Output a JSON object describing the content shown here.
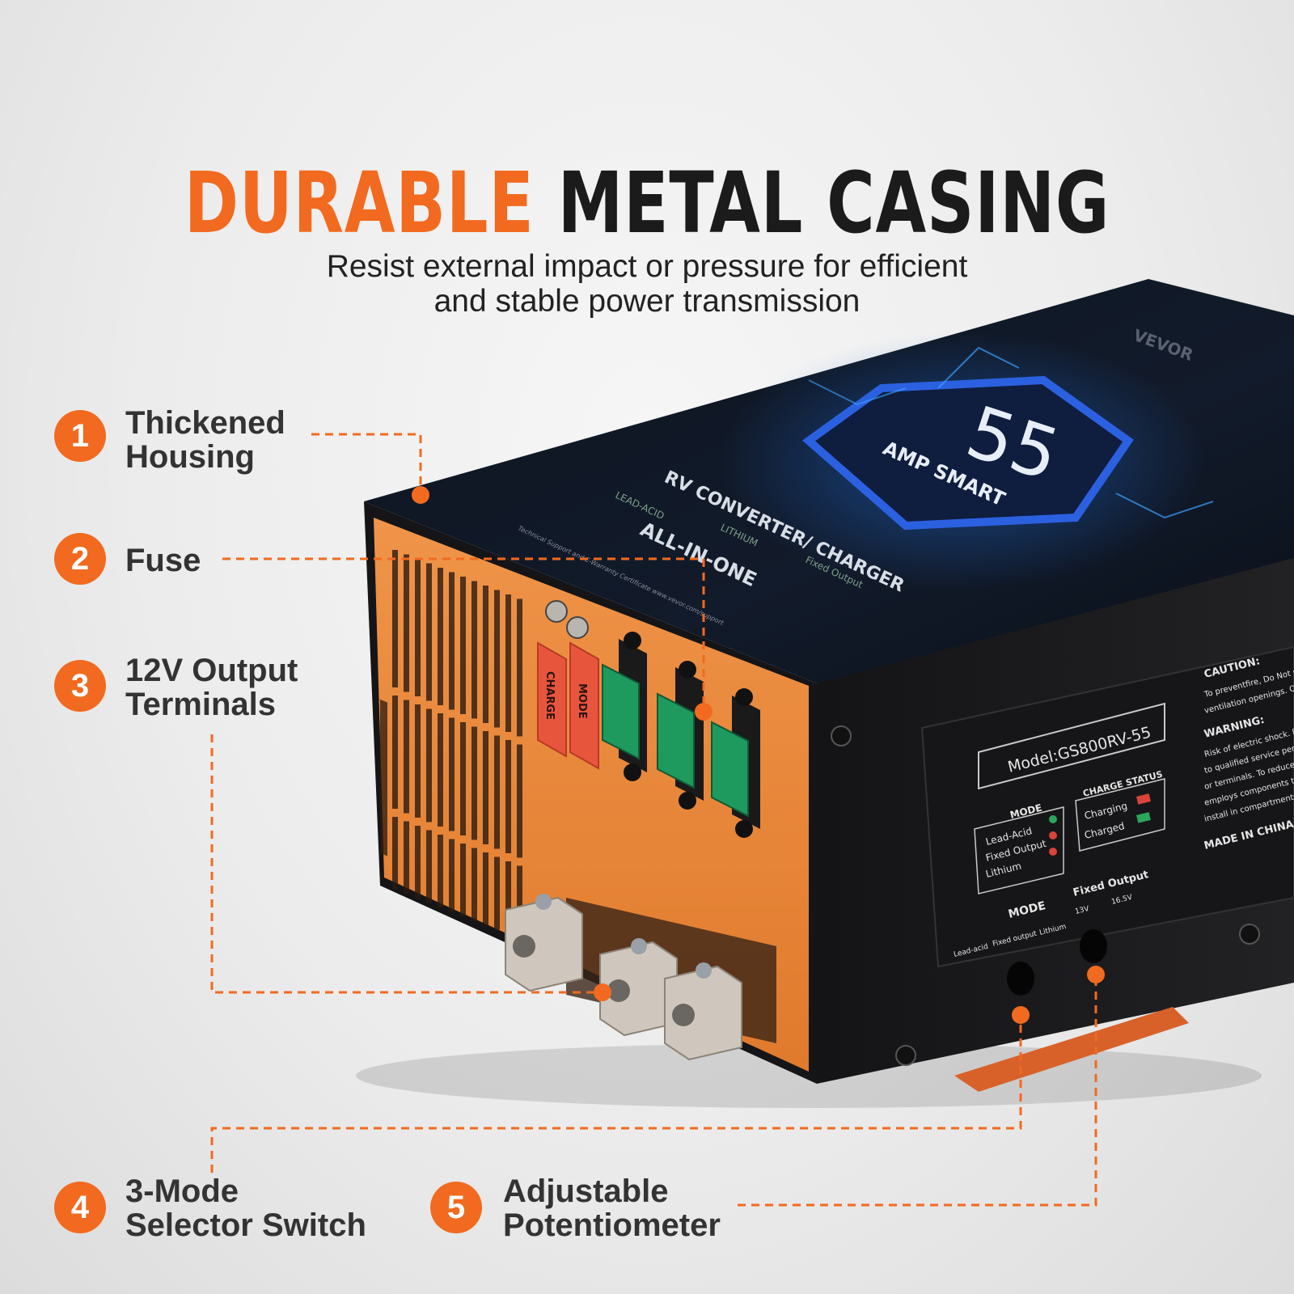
{
  "headline": {
    "accent": "DURABLE",
    "rest": "METAL CASING"
  },
  "subtitle": {
    "line1": "Resist external impact or pressure for efficient",
    "line2": "and stable power transmission"
  },
  "features": [
    {
      "number": "1",
      "line1": "Thickened",
      "line2": "Housing"
    },
    {
      "number": "2",
      "line1": "Fuse",
      "line2": ""
    },
    {
      "number": "3",
      "line1": "12V Output",
      "line2": "Terminals"
    },
    {
      "number": "4",
      "line1": "3-Mode",
      "line2": "Selector Switch"
    },
    {
      "number": "5",
      "line1": "Adjustable",
      "line2": "Potentiometer"
    }
  ],
  "device": {
    "brand": "VEVOR",
    "amp": "55",
    "amp_label": "AMP SMART",
    "product_name": "RV CONVERTER/ CHARGER",
    "all_in_one": "ALL-IN-ONE",
    "modes_top": [
      "LEAD-ACID",
      "LITHIUM",
      "Fixed Output"
    ],
    "support_text": "Technical Support and E-Warranty Certificate www.vevor.com/support",
    "sticker_mode": "MODE",
    "sticker_charge": "CHARGE",
    "model": "Model:GS800RV-55",
    "mode_title": "MODE",
    "mode_items": [
      "Lead-Acid",
      "Fixed Output",
      "Lithium"
    ],
    "charge_status_title": "CHARGE STATUS",
    "charge_items": [
      "Charging",
      "Charged"
    ],
    "fixed_output_title": "Fixed Output",
    "fixed_output_range": [
      "13V",
      "16.5V"
    ],
    "selector_title": "MODE",
    "selector_items": [
      "Lead-acid",
      "Fixed output",
      "Lithium"
    ],
    "caution_title": "CAUTION:",
    "caution_lines": [
      "To preventfire, Do Not r",
      "ventilation openings. O"
    ],
    "warning_title": "WARNING:",
    "warning_lines": [
      "Risk of electric shock. D",
      "to qualified service pers",
      "or terminals. To reduce",
      "employs components th",
      "install in compartments"
    ],
    "made_in": "MADE IN CHINA"
  },
  "colors": {
    "accent": "#f26a1f",
    "casing": "#1c1c1e",
    "panel": "#e98a3e",
    "fuse": "#1f9a5e"
  }
}
